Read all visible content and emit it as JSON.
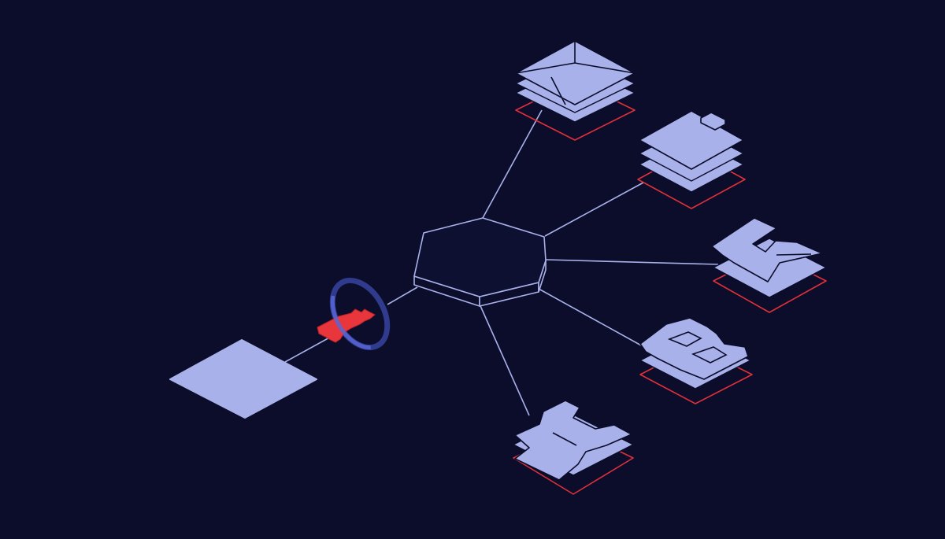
{
  "colors": {
    "background": "#0b0d2a",
    "node_fill": "#a9b1ea",
    "connector": "#a9b1ea",
    "accent_red": "#e8363c",
    "lock_ring": "#4a57c4"
  },
  "diagram": {
    "hub": {
      "icon": "hexagon-hub-icon"
    },
    "source": {
      "icon": "plain-tile-icon"
    },
    "lock": {
      "icon": "key-in-ring-icon"
    },
    "nodes": [
      {
        "id": "envelope",
        "icon": "envelope-stack-icon"
      },
      {
        "id": "folder",
        "icon": "folder-stack-icon"
      },
      {
        "id": "letter-k",
        "icon": "letter-k-stack-icon"
      },
      {
        "id": "letter-b",
        "icon": "letter-b-stack-icon"
      },
      {
        "id": "letter-h",
        "icon": "letter-h-stack-icon"
      }
    ]
  }
}
